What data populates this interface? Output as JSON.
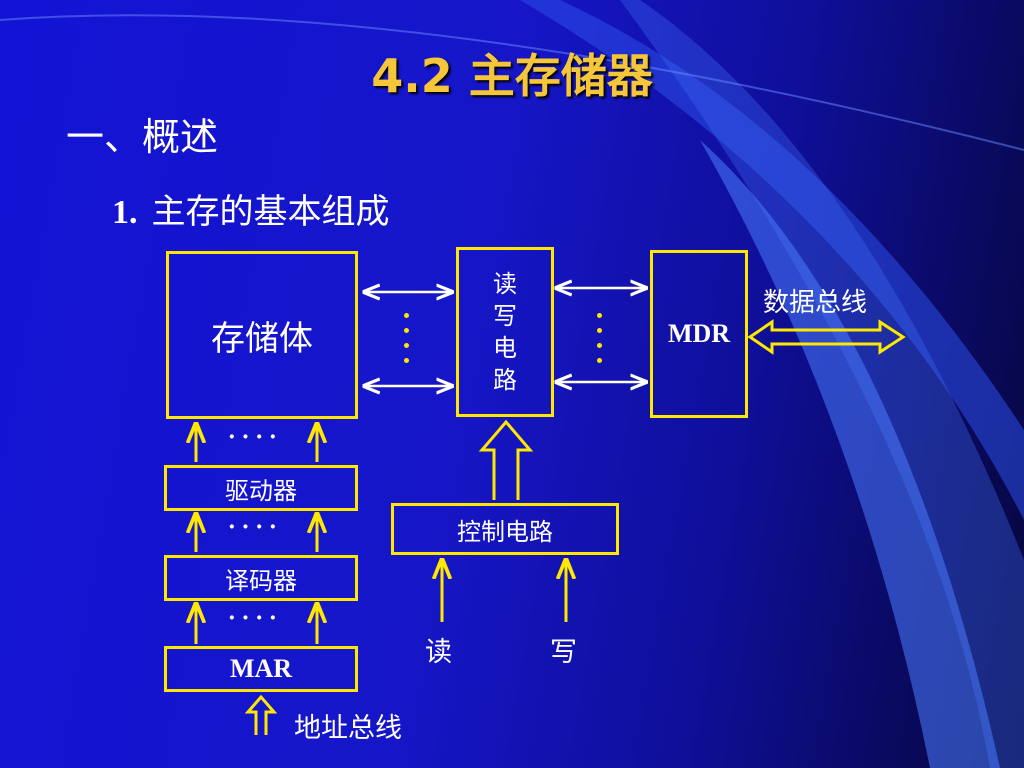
{
  "slide": {
    "title": "4.2 主存储器",
    "section": "一、概述",
    "subsection_num": "1.",
    "subsection_text": "主存的基本组成"
  },
  "diagram": {
    "storage_body": "存储体",
    "rw_circuit_chars": [
      "读",
      "写",
      "电",
      "路"
    ],
    "mdr": "MDR",
    "driver": "驱动器",
    "decoder": "译码器",
    "mar": "MAR",
    "control_circuit": "控制电路",
    "read": "读",
    "write": "写",
    "data_bus": "数据总线",
    "address_bus": "地址总线",
    "dots": "····"
  },
  "colors": {
    "title": "#f5c63a",
    "box_border": "#ffe800",
    "text": "#ffffff"
  }
}
